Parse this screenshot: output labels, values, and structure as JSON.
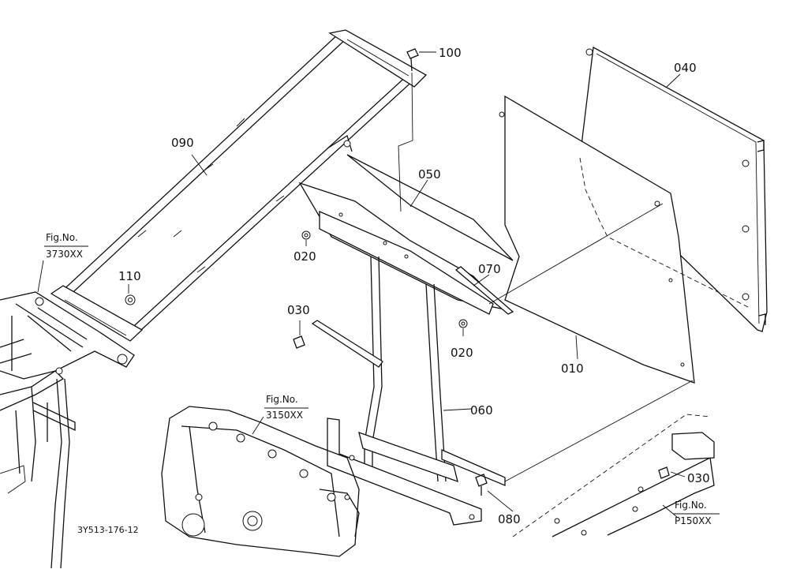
{
  "diagram_code": "3Y513-176-12",
  "references": [
    {
      "label": "Fig.No.",
      "number": "3730XX"
    },
    {
      "label": "Fig.No.",
      "number": "3150XX"
    },
    {
      "label": "Fig.No.",
      "number": "P150XX"
    }
  ],
  "parts": [
    "100",
    "040",
    "090",
    "050",
    "020",
    "070",
    "110",
    "030",
    "020",
    "010",
    "060",
    "030",
    "080"
  ]
}
